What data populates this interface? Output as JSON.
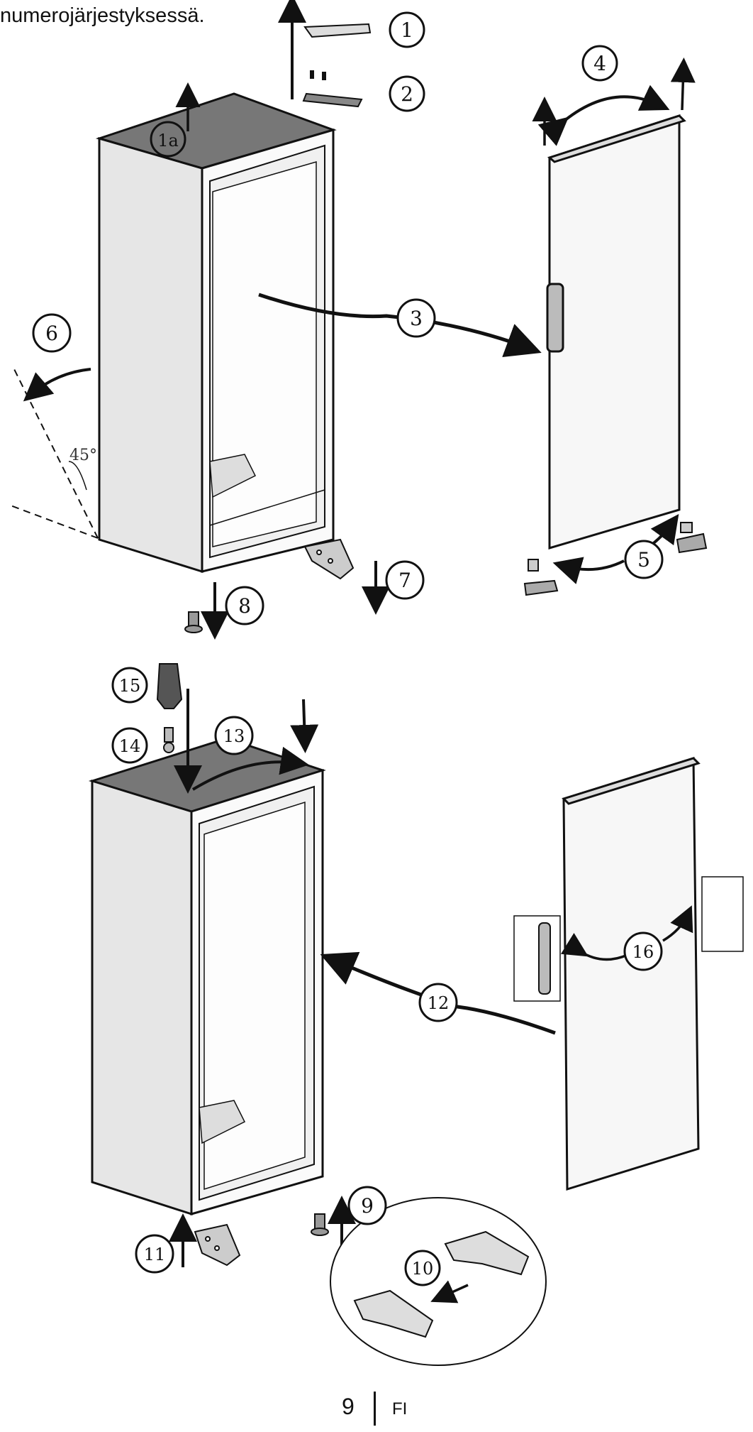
{
  "intro_text": "numerojärjestyksessä.",
  "angle_label": "45°",
  "steps": {
    "s1": "1",
    "s1a": "1a",
    "s2": "2",
    "s3": "3",
    "s4": "4",
    "s5": "5",
    "s6": "6",
    "s7": "7",
    "s8": "8",
    "s9": "9",
    "s10": "10",
    "s11": "11",
    "s12": "12",
    "s13": "13",
    "s14": "14",
    "s15": "15",
    "s16": "16"
  },
  "footer": {
    "page_number": "9",
    "language": "FI"
  },
  "colors": {
    "line": "#111111",
    "panel": "#e6e6e6",
    "top": "#777777",
    "background": "#ffffff"
  }
}
